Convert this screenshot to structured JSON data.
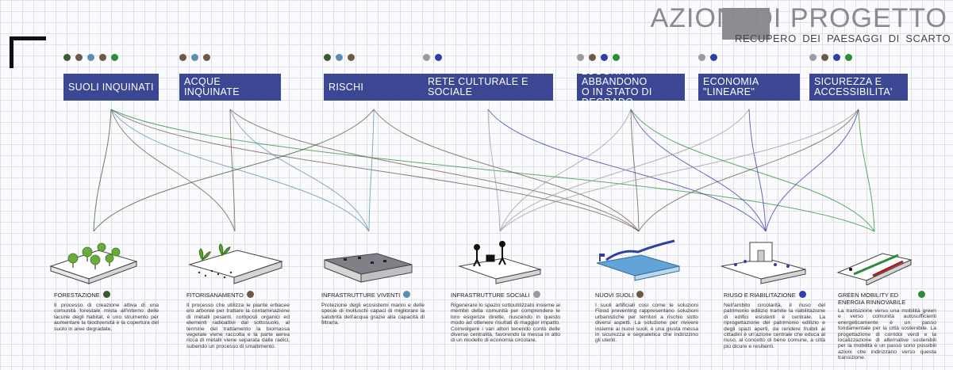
{
  "header": {
    "title": "AZIONI DI PROGETTO",
    "subtitle_words": [
      "RECUPERO",
      "DEI",
      "PAESAGGI",
      "DI",
      "SCARTO"
    ]
  },
  "colors": {
    "theme_fill": "#3b4793",
    "dark_green": "#3a5a32",
    "brown": "#6b5a48",
    "teal": "#5b8fb0",
    "grey": "#9a9aa0",
    "blue": "#2f3fa8",
    "green": "#2e8b3a"
  },
  "themes": [
    {
      "label": "SUOLI INQUINATI",
      "dots": [
        "#3a5a32",
        "#6b5a48",
        "#5b8fb0",
        "#6b5a48",
        "#2e8b3a"
      ]
    },
    {
      "label": "ACQUE INQUINATE",
      "dots": [
        "#6b5a48",
        "#5b8fb0",
        "#6b5a48"
      ]
    },
    {
      "label": "RISCHI",
      "dots": [
        "#3a5a32",
        "#5b8fb0",
        "#6b5a48"
      ]
    },
    {
      "label": "RETE CULTURALE E SOCIALE",
      "dots": [
        "#9a9aa0",
        "#2f3fa8"
      ]
    },
    {
      "label": "LUOGHI IN ABBANDONO\nO IN STATO DI DEGRADO",
      "dots": [
        "#9a9aa0",
        "#6b5a48",
        "#2f3fa8",
        "#2e8b3a"
      ]
    },
    {
      "label": "ECONOMIA \"LINEARE\"",
      "dots": [
        "#9a9aa0",
        "#2f3fa8"
      ]
    },
    {
      "label": "SICUREZZA  E\nACCESSIBILITA'",
      "dots": [
        "#9a9aa0",
        "#6b5a48",
        "#2f3fa8",
        "#2e8b3a"
      ]
    }
  ],
  "actions": [
    {
      "title": "FORESTAZIONE",
      "dot": "#3a5a32",
      "icon": "trees-icon",
      "desc": "Il processo di creazione attiva di una comunità forestale mista all'interno delle lacune degli habitat, è uno strumento per aumentare la biodiversità e la copertura del suolo in aree degradate."
    },
    {
      "title": "FITORISANAMENTO",
      "dot": "#6b5a48",
      "icon": "plants-icon",
      "desc": "Il processo che utilizza le piante erbacee e/o arboree per trattare la contaminazione di metalli pesanti, composti organici ed elementi radioattivi dal sottosuolo, al termine del trattamento la biomassa vegetale viene raccolta e la parte aerea ricca di metalli viene separata dalle radici, subendo un processo di smaltimento."
    },
    {
      "title": "INFRASTRUTTURE VIVENTI",
      "dot": "#5b8fb0",
      "icon": "reef-icon",
      "desc": "Protezione degli ecosistemi marini e delle specie di molluschi capaci di migliorare la salubrità dell'acqua grazie alla capacità di filtrarla."
    },
    {
      "title": "INFRASTRUTTURE SOCIALI",
      "dot": "#9a9aa0",
      "icon": "people-icon",
      "desc": "Rigenerare lo spazio sottoutilizzato insieme ai membri della comunità per comprendere le loro esigenze dirette, riuscendo in questo modo ad ottenere risultati di maggior impatto. Coinvolgere i vari attori tenendo conto delle diverse centralità, favorendo la messa in atto di un modello di economia circolare."
    },
    {
      "title": "NUOVI SUOLI",
      "dot": "#6b5a48",
      "icon": "water-icon",
      "desc": "I suoli artificiali così come le soluzioni Flood preventing rappresentano soluzioni urbanistiche per territori a rischio sotto diversi aspetti. La soluzione per rivivere insieme ai nuovi suoli, è una giusta messa in sicurezza e segnaletica che indirizzino gli utenti."
    },
    {
      "title": "RIUSO E RIABILITAZIONE",
      "dot": "#2f3fa8",
      "icon": "building-icon",
      "desc": "Nell'ambito circolarità, il riuso del patrimonio edilizio tramite la riabilitazione di edifici esistenti è centrale. La riprogettazione del patrimonio edilizio e degli spazi aperti, da rendere fruibili ai cittadini è un'azione centrale che educa al riuso, al concetto di bene comune, a città più dicure e resilienti."
    },
    {
      "title": "GREEN MOBILITY ED ENERGIA RINNOVABILE",
      "dot": "#2e8b3a",
      "icon": "bike-lane-icon",
      "desc": "La transizione verso una mobilità green e verso comunità autosufficienti energeticamente è un passo fondamentale per la città sostenibile. La progettazione di corridoi verdi e la localizzazione di alternative sostenibili per la mobilità è un passo sono possibili azioni che indirizzano verso questa transizione."
    }
  ],
  "links": [
    [
      0,
      0,
      "#3a5a32"
    ],
    [
      0,
      1,
      "#6b5a48"
    ],
    [
      0,
      2,
      "#5b8fb0"
    ],
    [
      0,
      4,
      "#6b5a48"
    ],
    [
      0,
      6,
      "#2e8b3a"
    ],
    [
      1,
      1,
      "#6b5a48"
    ],
    [
      1,
      2,
      "#5b8fb0"
    ],
    [
      1,
      4,
      "#6b5a48"
    ],
    [
      2,
      0,
      "#3a5a32"
    ],
    [
      2,
      2,
      "#5b8fb0"
    ],
    [
      2,
      4,
      "#6b5a48"
    ],
    [
      3,
      3,
      "#9a9aa0"
    ],
    [
      3,
      5,
      "#2f3fa8"
    ],
    [
      4,
      3,
      "#9a9aa0"
    ],
    [
      4,
      4,
      "#6b5a48"
    ],
    [
      4,
      5,
      "#2f3fa8"
    ],
    [
      4,
      6,
      "#2e8b3a"
    ],
    [
      5,
      3,
      "#9a9aa0"
    ],
    [
      5,
      5,
      "#2f3fa8"
    ],
    [
      6,
      3,
      "#9a9aa0"
    ],
    [
      6,
      4,
      "#6b5a48"
    ],
    [
      6,
      5,
      "#2f3fa8"
    ],
    [
      6,
      6,
      "#2e8b3a"
    ]
  ]
}
